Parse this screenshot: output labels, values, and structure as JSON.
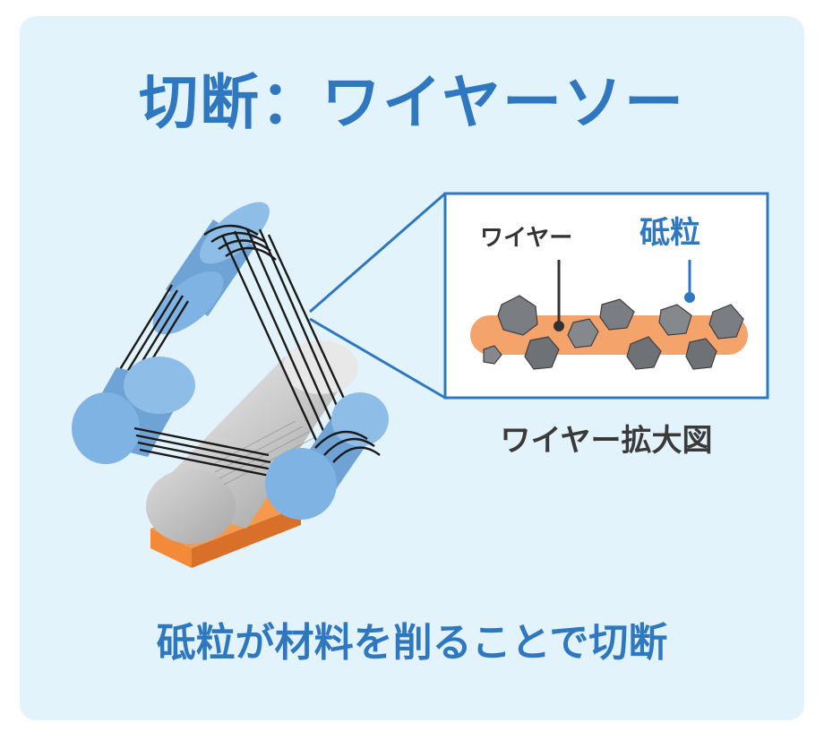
{
  "title": "切断：ワイヤーソー",
  "caption": "砥粒が材料を削ることで切断",
  "zoom": {
    "heading": "ワイヤー拡大図",
    "wire_label": "ワイヤー",
    "grit_label": "砥粒"
  },
  "colors": {
    "background": "#e3f3fc",
    "accent": "#2f78bf",
    "roller": "#7fb3e3",
    "wire_core": "#f4a36a",
    "grit": "#7a7d82",
    "base": "#f28a3a"
  }
}
